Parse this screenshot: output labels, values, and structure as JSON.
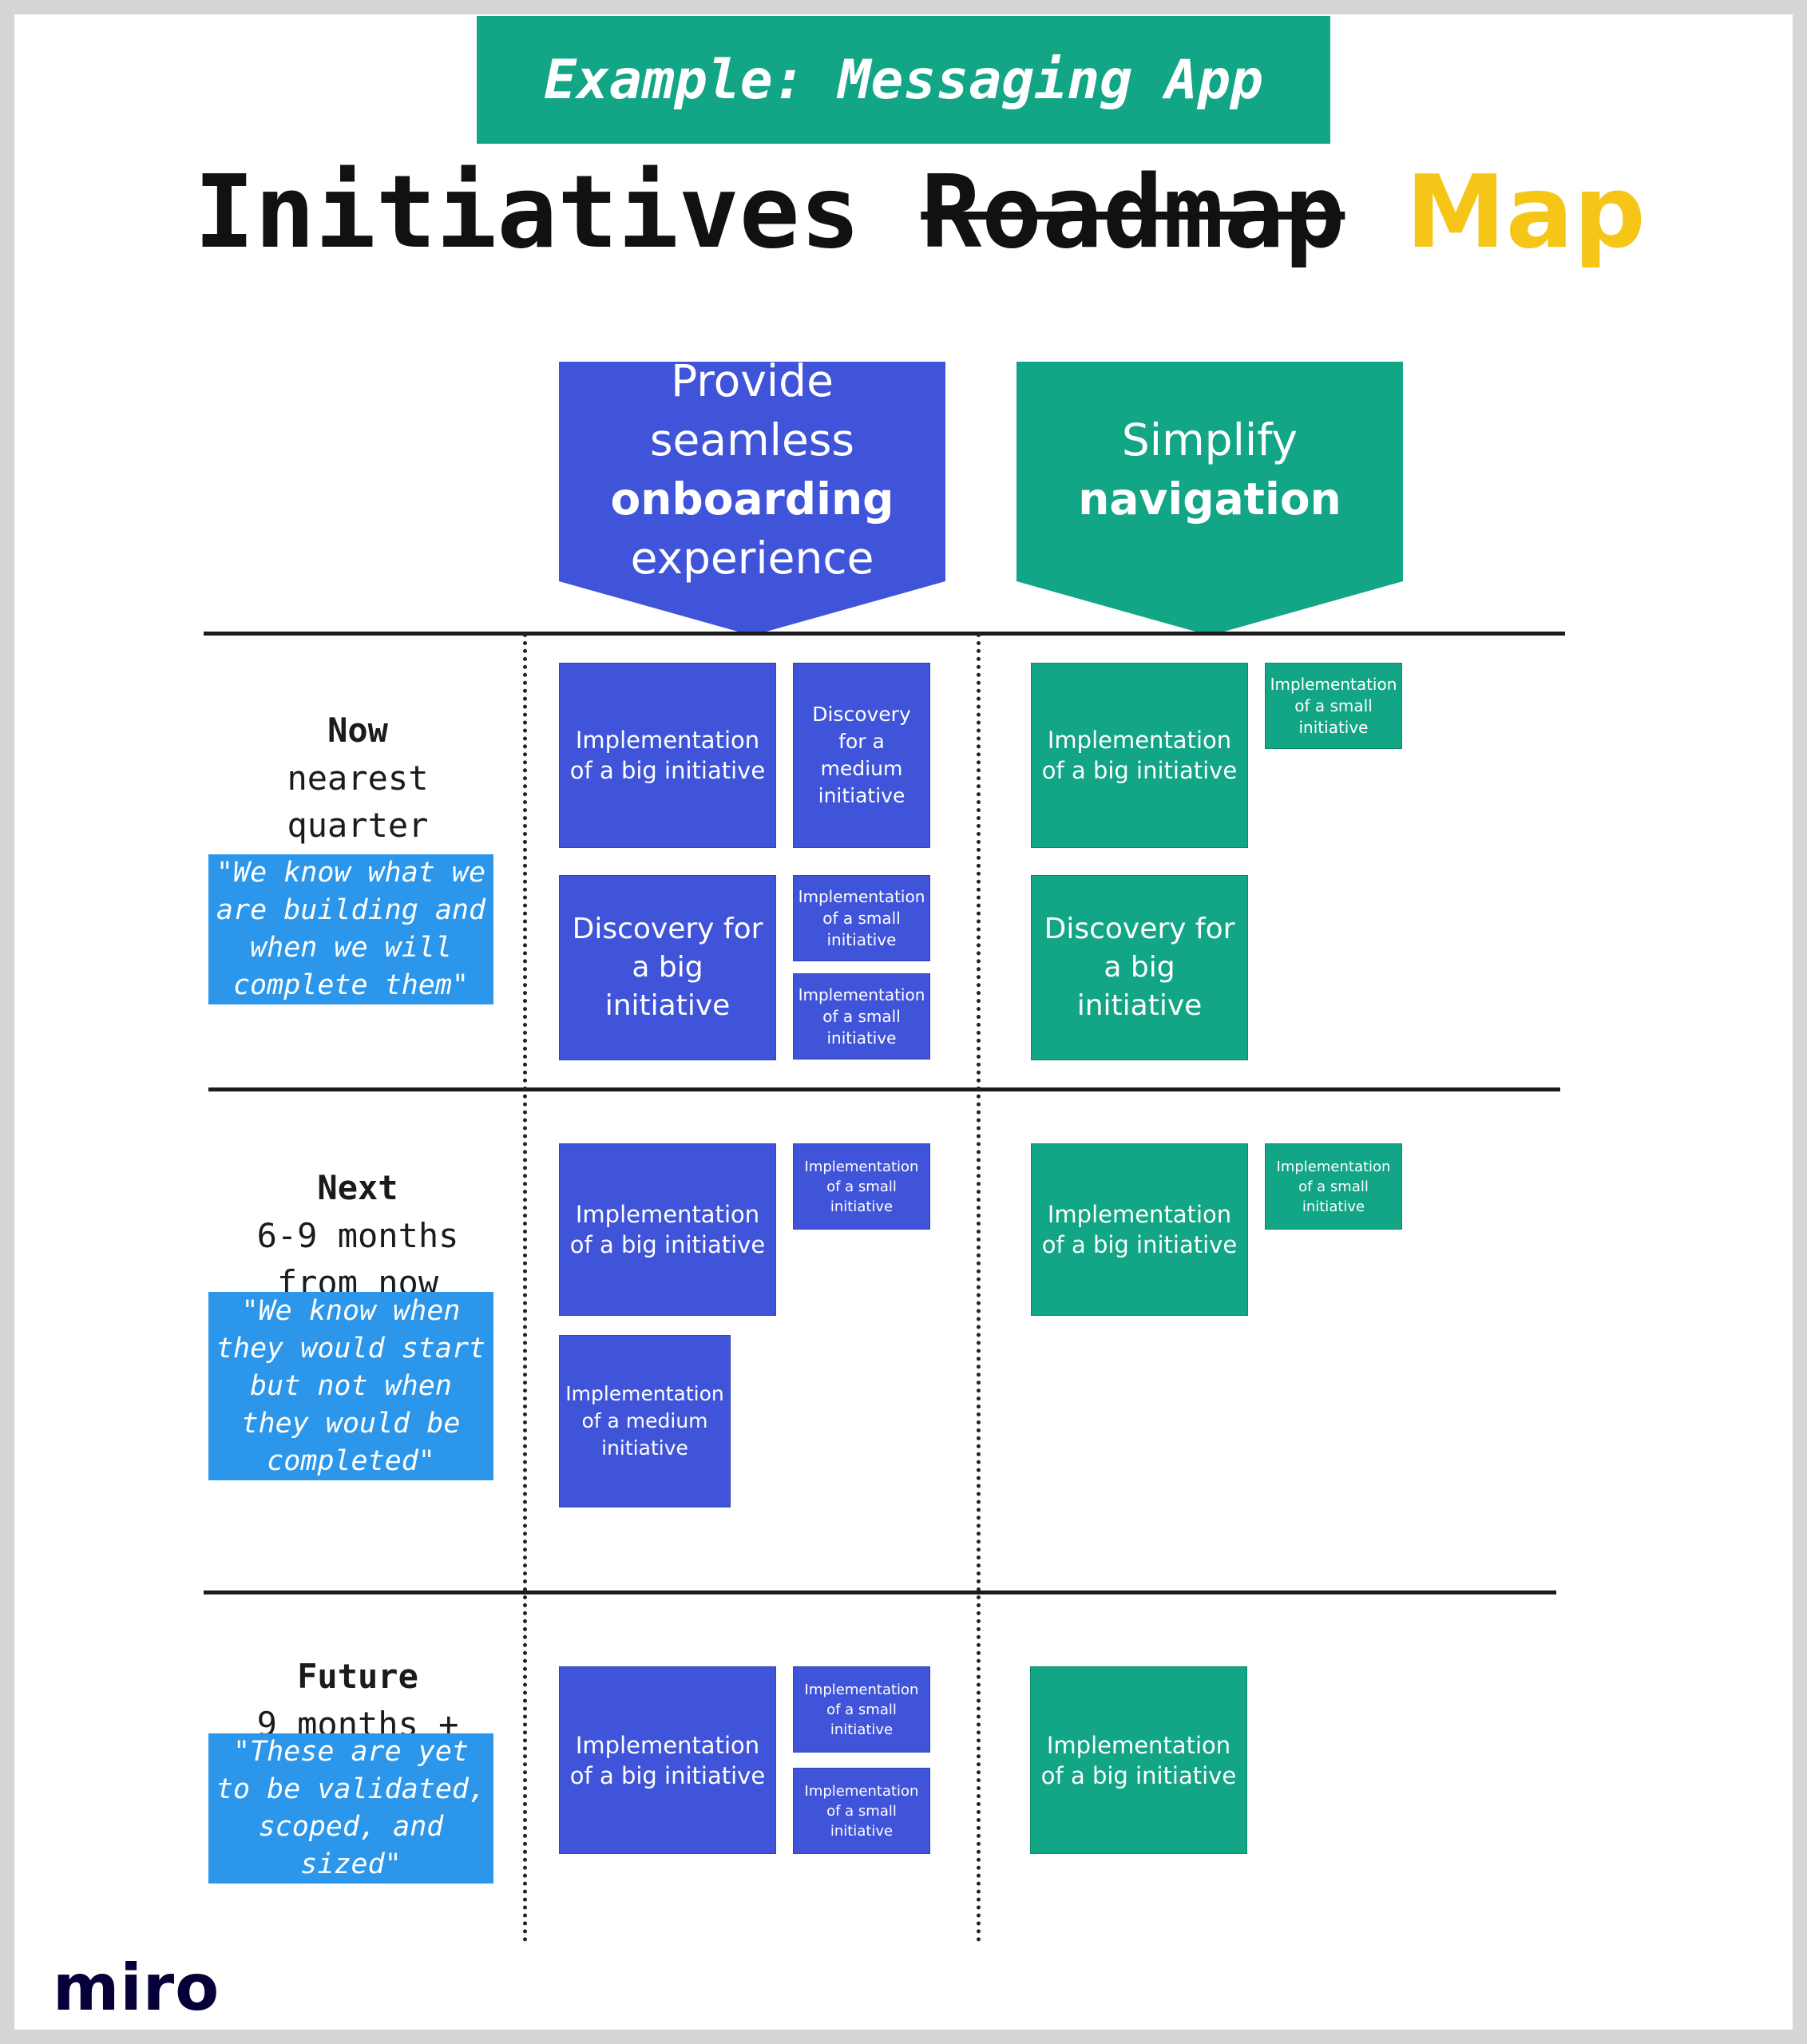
{
  "header": {
    "banner": "Example: Messaging App",
    "title_main": "Initiatives",
    "title_struck": "Roadmap",
    "title_accent": "Map"
  },
  "themes": [
    {
      "line1": "Provide seamless",
      "line2": "onboarding",
      "line3": "experience",
      "color": "#3f54d9"
    },
    {
      "line1": "Simplify",
      "line2": "navigation",
      "color": "#12a586"
    }
  ],
  "rows": [
    {
      "name": "Now",
      "sub1": "nearest",
      "sub2": "quarter",
      "quote": "\"We know what we are building and when we will complete them\""
    },
    {
      "name": "Next",
      "sub1": "6-9 months",
      "sub2": "from now",
      "quote": "\"We know when they would start but not when they would be completed\""
    },
    {
      "name": "Future",
      "sub1": "9 months +",
      "quote": "\"These are yet to be validated, scoped, and sized\""
    }
  ],
  "cards": {
    "now_blue": [
      "Implementation of a big initiative",
      "Discovery for a medium initiative",
      "Discovery for a big initiative",
      "Implementation of a small initiative",
      "Implementation of a small initiative"
    ],
    "now_green": [
      "Implementation of a big initiative",
      "Implementation of a small initiative",
      "Discovery for a big initiative"
    ],
    "next_blue": [
      "Implementation of a big initiative",
      "Implementation of a small initiative",
      "Implementation of a medium initiative"
    ],
    "next_green": [
      "Implementation of a big initiative",
      "Implementation of a small initiative"
    ],
    "future_blue": [
      "Implementation of a big initiative",
      "Implementation of a small initiative",
      "Implementation of a small initiative"
    ],
    "future_green": [
      "Implementation of a big initiative"
    ]
  },
  "colors": {
    "blue": "#3f54d9",
    "green": "#12a586",
    "quote_blue": "#2b96ea",
    "accent_yellow": "#f5c518"
  },
  "logo": "miro"
}
